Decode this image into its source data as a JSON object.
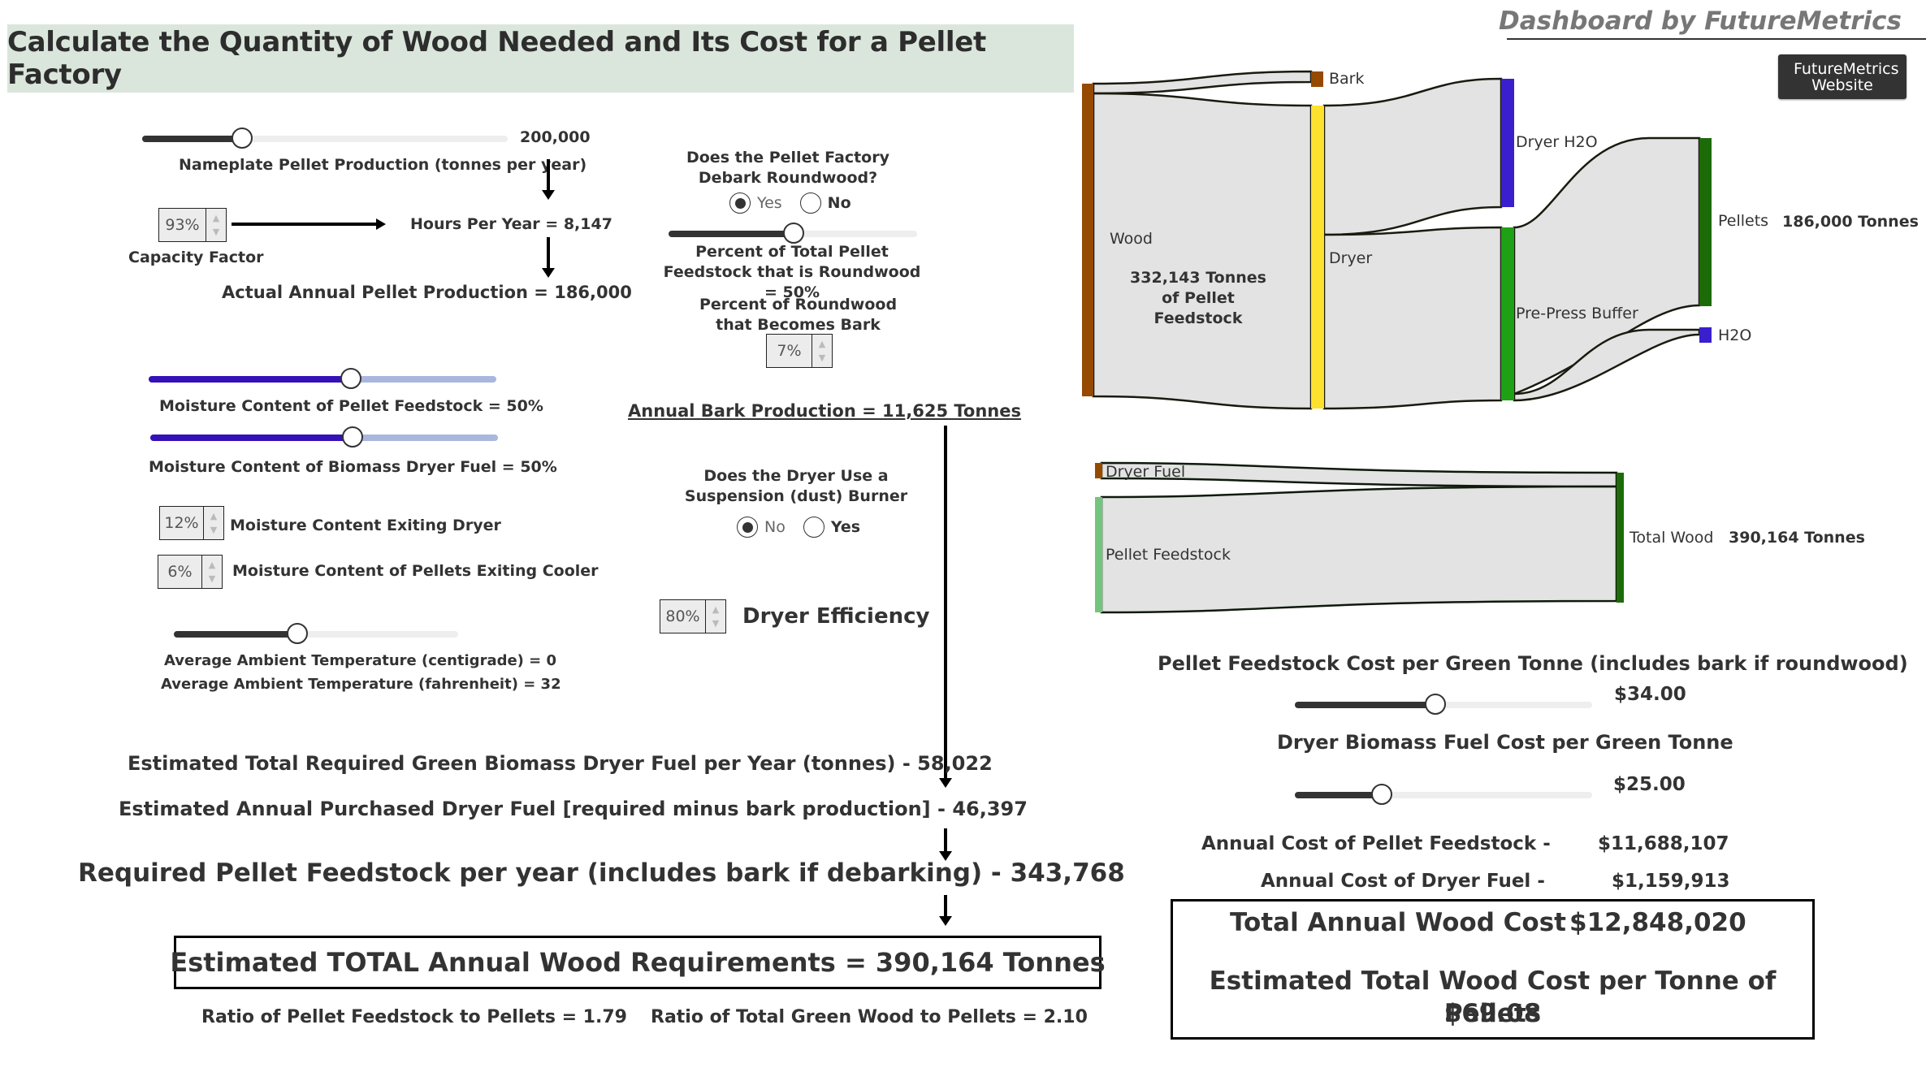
{
  "header": {
    "title": "Calculate the Quantity of Wood Needed and Its Cost for a Pellet Factory",
    "brand": "Dashboard by FutureMetrics",
    "website_button": "FutureMetrics Website"
  },
  "production": {
    "nameplate_value": "200,000",
    "nameplate_label": "Nameplate Pellet Production (tonnes per year)",
    "nameplate_slider_fraction": 0.27,
    "capacity_factor_value": "93%",
    "capacity_factor_label": "Capacity Factor",
    "hours_per_year": "Hours Per Year = 8,147",
    "actual_production": "Actual Annual Pellet Production = 186,000"
  },
  "moisture": {
    "feedstock_label": "Moisture Content of Pellet Feedstock = 50%",
    "feedstock_slider_fraction": 0.58,
    "dryer_fuel_label": "Moisture Content of Biomass Dryer Fuel = 50%",
    "dryer_fuel_slider_fraction": 0.58,
    "exiting_dryer_value": "12%",
    "exiting_dryer_label": "Moisture Content Exiting Dryer",
    "exiting_cooler_value": "6%",
    "exiting_cooler_label": "Moisture Content of Pellets Exiting Cooler"
  },
  "temperature": {
    "slider_fraction": 0.43,
    "centigrade_label": "Average Ambient Temperature (centigrade) = 0",
    "fahrenheit_label": "Average Ambient Temperature (fahrenheit) = 32"
  },
  "debark": {
    "question": "Does the Pellet Factory Debark Roundwood?",
    "options": [
      {
        "label": "Yes",
        "selected": true
      },
      {
        "label": "No",
        "selected": false
      }
    ],
    "roundwood_slider_fraction": 0.5,
    "roundwood_label": "Percent of Total Pellet Feedstock that is Roundwood = 50%",
    "bark_pct_label": "Percent of Roundwood that Becomes Bark",
    "bark_pct_value": "7%",
    "bark_production": "Annual Bark Production = 11,625 Tonnes"
  },
  "burner": {
    "question": "Does the Dryer Use a Suspension (dust) Burner",
    "options": [
      {
        "label": "No",
        "selected": true
      },
      {
        "label": "Yes",
        "selected": false
      }
    ],
    "dryer_efficiency_value": "80%",
    "dryer_efficiency_label": "Dryer Efficiency"
  },
  "results": {
    "dryer_fuel_required": "Estimated Total Required Green Biomass Dryer Fuel per Year (tonnes) - 58,022",
    "purchased_dryer_fuel": "Estimated Annual Purchased Dryer Fuel [required minus bark production] -  46,397",
    "required_feedstock": "Required Pellet Feedstock per year (includes bark if debarking) - 343,768",
    "total_wood": "Estimated TOTAL Annual Wood Requirements = 390,164 Tonnes",
    "ratio_feedstock": "Ratio of Pellet Feedstock to Pellets = 1.79",
    "ratio_total": "Ratio of Total Green Wood to Pellets = 2.10"
  },
  "sankey1": {
    "nodes": [
      {
        "id": "wood",
        "label": "Wood",
        "color": "#954a00"
      },
      {
        "id": "bark",
        "label": "Bark",
        "color": "#954a00"
      },
      {
        "id": "dryer",
        "label": "Dryer",
        "color": "#fde12d"
      },
      {
        "id": "dryer_h2o",
        "label": "Dryer H2O",
        "color": "#3a1fcf"
      },
      {
        "id": "prepress",
        "label": "Pre-Press Buffer",
        "color": "#1ea114"
      },
      {
        "id": "pellets",
        "label": "Pellets",
        "color": "#1d6b08"
      },
      {
        "id": "h2o",
        "label": "H2O",
        "color": "#3a1fcf"
      }
    ],
    "center_note": "332,143 Tonnes of Pellet Feedstock",
    "pellets_note": "186,000 Tonnes",
    "link_color": "#e3e3e3"
  },
  "sankey2": {
    "nodes": [
      {
        "id": "dryer_fuel",
        "label": "Dryer Fuel",
        "color": "#954a00"
      },
      {
        "id": "feedstock",
        "label": "Pellet Feedstock",
        "color": "#73c57e"
      },
      {
        "id": "total_wood",
        "label": "Total Wood",
        "color": "#1d6b08"
      }
    ],
    "total_note": "390,164 Tonnes"
  },
  "costs": {
    "feedstock_cost_label": "Pellet Feedstock Cost per Green Tonne (includes bark if roundwood)",
    "feedstock_cost_value": "$34.00",
    "feedstock_cost_slider_fraction": 0.47,
    "fuel_cost_label": "Dryer Biomass Fuel Cost per Green Tonne",
    "fuel_cost_value": "$25.00",
    "fuel_cost_slider_fraction": 0.29,
    "annual_feedstock_label": "Annual Cost of Pellet Feedstock -",
    "annual_feedstock_value": "$11,688,107",
    "annual_fuel_label": "Annual Cost of Dryer Fuel -",
    "annual_fuel_value": "$1,159,913",
    "total_label": "Total Annual Wood Cost",
    "total_value": "$12,848,020",
    "per_tonne_label": "Estimated Total Wood Cost per Tonne of Pellets",
    "per_tonne_value": "$69.08"
  }
}
